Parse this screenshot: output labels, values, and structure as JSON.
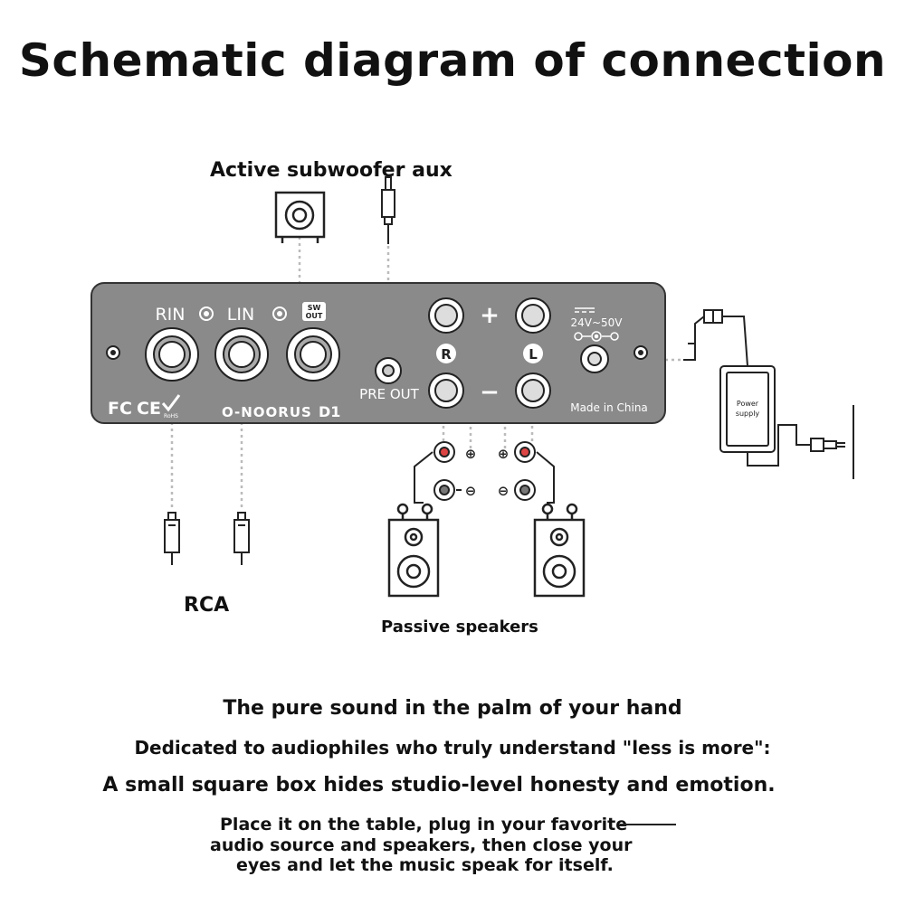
{
  "title": "Schematic diagram of connection",
  "labels": {
    "subwoofer_aux": "Active subwoofer aux",
    "rca": "RCA",
    "passive_speakers": "Passive speakers"
  },
  "panel": {
    "rin": "RIN",
    "lin": "LIN",
    "sw_out_1": "SW",
    "sw_out_2": "OUT",
    "pre_out": "PRE OUT",
    "r": "R",
    "l": "L",
    "plus": "+",
    "minus": "−",
    "voltage": "24V~50V",
    "made_in": "Made in China",
    "brand": "O-NOORUS",
    "model": "D1",
    "fc": "FC",
    "ce": "CE",
    "rohs": "RoHS"
  },
  "power_supply": "Power supply",
  "captions": [
    "The pure sound in the palm of your hand",
    "Dedicated to audiophiles who truly understand \"less is more\":",
    "A small square box hides studio-level honesty and emotion."
  ],
  "closing": [
    "Place it on the table, plug in your favorite",
    "audio source and speakers, then close your",
    "eyes and let the music speak for itself."
  ]
}
